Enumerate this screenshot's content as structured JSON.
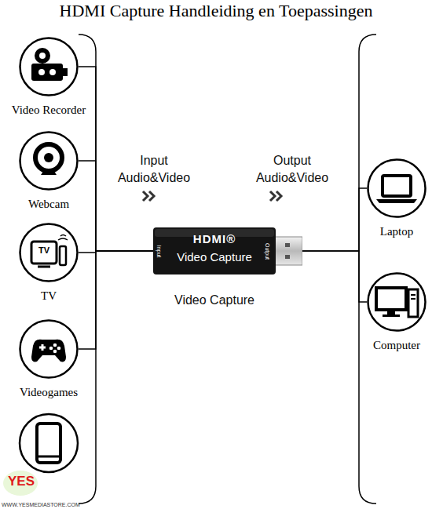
{
  "diagram": {
    "title": "HDMI Capture Handleiding en Toepassingen",
    "nodes": [
      {
        "text": [
          "Video Recorder"
        ]
      },
      {
        "text": [
          "Webcam"
        ]
      },
      {
        "text": [
          "TV"
        ]
      },
      {
        "text": [
          "Videogames"
        ]
      },
      {
        "text": [
          "Input",
          "HDMI®",
          "Video Capture",
          "Output",
          "Video Capture"
        ]
      },
      {
        "text": [
          "Laptop"
        ]
      },
      {
        "text": [
          "Computer"
        ]
      }
    ],
    "edges": [
      {
        "from": 0,
        "to": 4,
        "arrow": "none"
      },
      {
        "from": 1,
        "to": 4,
        "arrow": "none"
      },
      {
        "from": 2,
        "to": 4,
        "arrow": "none"
      },
      {
        "from": 3,
        "to": 4,
        "arrow": "none"
      },
      {
        "from": 4,
        "to": 5,
        "arrow": "none"
      },
      {
        "from": 4,
        "to": 6,
        "arrow": "none"
      }
    ],
    "labels": [
      "Input Audio&Video",
      "Output Audio&Video",
      "TV",
      "YES",
      "WWW.YESMEDIASTORE.COM"
    ]
  }
}
